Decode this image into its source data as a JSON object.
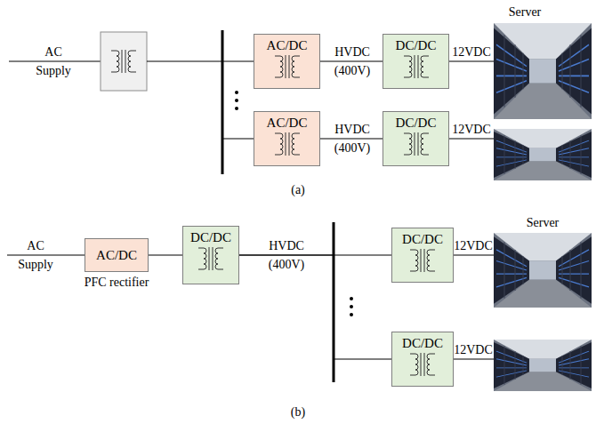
{
  "diagram": {
    "nodes": [
      {
        "text": [
          "AC/DC"
        ]
      },
      {
        "text": [
          "DC/DC"
        ]
      },
      {
        "text": [
          "AC/DC"
        ]
      },
      {
        "text": [
          "DC/DC"
        ]
      },
      {
        "text": [
          "AC/DC"
        ]
      },
      {
        "text": [
          "DC/DC"
        ]
      },
      {
        "text": [
          "DC/DC"
        ]
      },
      {
        "text": [
          "DC/DC"
        ]
      }
    ],
    "edges": [
      {
        "from": 0,
        "to": 1,
        "arrow": "none"
      },
      {
        "from": 2,
        "to": 3,
        "arrow": "none"
      },
      {
        "from": 4,
        "to": 5,
        "arrow": "none"
      },
      {
        "from": 5,
        "to": 6,
        "arrow": "none"
      },
      {
        "from": 5,
        "to": 7,
        "arrow": "none"
      }
    ],
    "labels": [
      "AC",
      "Supply",
      "HVDC",
      "(400V)",
      "12VDC",
      "Server",
      "HVDC",
      "(400V)",
      "12VDC",
      "(a)",
      "AC",
      "Supply",
      "PFC rectifier",
      "HVDC",
      "(400V)",
      "Server",
      "12VDC",
      "12VDC",
      "(b)"
    ]
  }
}
